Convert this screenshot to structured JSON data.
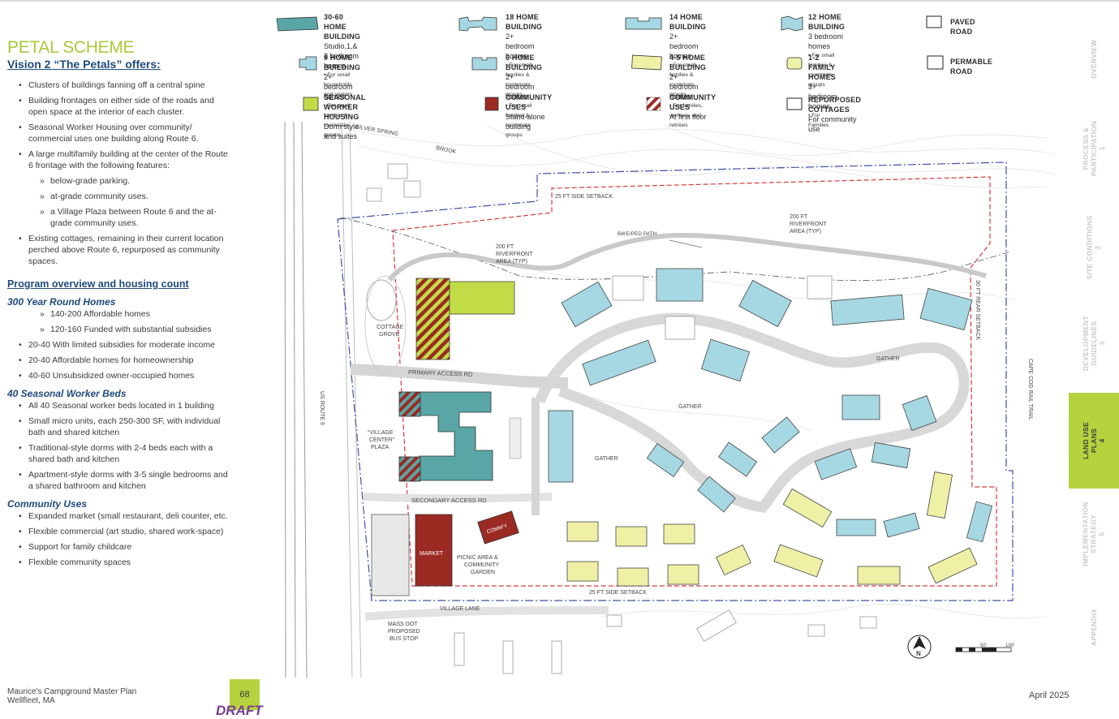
{
  "left": {
    "title": "PETAL SCHEME",
    "subtitle": "Vision 2 “The Petals” offers:",
    "bullets": [
      {
        "text": "Clusters of buildings fanning off a central spine",
        "level": 0
      },
      {
        "text": "Building frontages on either side of the roads and open space at the interior of each cluster.",
        "level": 0
      },
      {
        "text": "Seasonal Worker Housing over community/ commercial uses one building along Route 6.",
        "level": 0
      },
      {
        "text": "A large multifamily building at the center of the Route 6 frontage with the following features:",
        "level": 0
      },
      {
        "text": "below-grade parking.",
        "level": 1
      },
      {
        "text": "at-grade community uses.",
        "level": 1
      },
      {
        "text": "a Village Plaza between Route 6 and the at-grade community uses.",
        "level": 1
      },
      {
        "text": "Existing cottages, remaining in their current location perched above Route 6, repurposed as community spaces.",
        "level": 0
      }
    ],
    "program_heading": "Program overview and housing count",
    "sections": [
      {
        "heading": "300 Year Round Homes",
        "items": [
          {
            "text": "140-200 Affordable homes",
            "level": 1
          },
          {
            "text": "120-160 Funded with substantial subsidies",
            "level": 1
          },
          {
            "text": "20-40 With limited subsidies for moderate income",
            "level": 0
          },
          {
            "text": "20-40 Affordable homes for homeownership",
            "level": 0
          },
          {
            "text": "40-60 Unsubsidized owner-occupied homes",
            "level": 0
          }
        ]
      },
      {
        "heading": "40 Seasonal Worker Beds",
        "items": [
          {
            "text": "All 40 Seasonal worker beds located in 1 building",
            "level": 0
          },
          {
            "text": "Small micro units, each 250-300 SF, with individual bath and shared kitchen",
            "level": 0
          },
          {
            "text": "Traditional-style dorms with 2-4 beds each with a shared bath and kitchen",
            "level": 0
          },
          {
            "text": "Apartment-style dorms with 3-5 single bedrooms and a shared bathroom and kitchen",
            "level": 0
          }
        ]
      },
      {
        "heading": "Community Uses",
        "items": [
          {
            "text": "Expanded market (small restaurant, deli counter, etc.",
            "level": 0
          },
          {
            "text": "Flexible commercial (art studio, shared work-space)",
            "level": 0
          },
          {
            "text": "Support for family childcare",
            "level": 0
          },
          {
            "text": "Flexible community spaces",
            "level": 0
          }
        ]
      }
    ]
  },
  "legend": [
    {
      "title": "30-60 HOME BUILDING",
      "line2": "Studio,1,& 2 bedroom homes",
      "note": "• For small households and seniors",
      "swatch": "teal-large"
    },
    {
      "title": "18 HOME BUILDING",
      "line2": "2+ bedroom homes",
      "note": "• For small families & roommate groups",
      "swatch": "blue-18"
    },
    {
      "title": "14 HOME BUILDING",
      "line2": "2+ bedroom homes",
      "note": "• For small families & roommate groups",
      "swatch": "blue-14"
    },
    {
      "title": "12 HOME BUILDING",
      "line2": "3 bedroom homes",
      "note": "• For small families & roommate groups",
      "swatch": "blue-12"
    },
    {
      "title": "PAVED ROAD",
      "line2": "",
      "note": "",
      "swatch": "white"
    },
    {
      "title": "9 HOME BUILDING",
      "line2": "2+ bedroom homes",
      "note": "• For small families & roommate groups",
      "swatch": "blue-9"
    },
    {
      "title": "6 HOME BUILDING",
      "line2": "2+ bedroom homes",
      "note": "• For small families & roommate groups",
      "swatch": "blue-6"
    },
    {
      "title": "4-5 HOME BUILDING",
      "line2": "2+ bedroom homes",
      "note": "• For families, workers, and retirees",
      "swatch": "yellow-45"
    },
    {
      "title": "1-2 FAMILY HOMES",
      "line2": "3+ bedroom homes",
      "note": "• For Families",
      "swatch": "yellow-12"
    },
    {
      "title": "PERMABLE ROAD",
      "line2": "",
      "note": "",
      "swatch": "white"
    },
    {
      "title": "SEASONAL WORKER HOUSING",
      "line2": "Dorm style and suites",
      "note": "",
      "swatch": "green"
    },
    {
      "title": "COMMUNITY USES",
      "line2": "Stand-alone building",
      "note": "",
      "swatch": "red"
    },
    {
      "title": "COMMUNITY USES",
      "line2": "At first floor",
      "note": "",
      "swatch": "red-hatch"
    },
    {
      "title": "REPURPOSED COTTAGES",
      "line2": "For community use",
      "note": "",
      "swatch": "white"
    }
  ],
  "map_labels": {
    "silver_spring": "SILVER SPRING",
    "brook": "BROOK",
    "setback_top": "25 FT SIDE SETBACK",
    "setback_bottom": "25 FT SIDE SETBACK",
    "rear_setback": "30 FT REAR SETBACK",
    "riverfront_left": [
      "200 FT",
      "RIVERFRONT",
      "AREA (TYP)"
    ],
    "riverfront_right": [
      "200 FT",
      "RIVERFRONT",
      "AREA (TYP)"
    ],
    "bike_path": "BIKE/PED PATH",
    "cottage_grove": [
      "COTTAGE",
      "GROVE"
    ],
    "primary_access": "PRIMARY ACCESS RD",
    "secondary_access": "SECONDARY ACCESS RD",
    "village_center": [
      "“VILLAGE",
      "CENTER”",
      "PLAZA"
    ],
    "us_route": "US ROUTE 6",
    "market": "MARKET",
    "commy": "COMM'Y",
    "picnic": [
      "PICNIC AREA &",
      "COMMUNITY",
      "GARDEN"
    ],
    "gather1": "GATHER",
    "gather2": "GATHER",
    "gather3": "GATHER",
    "village_lane": "VILLAGE LANE",
    "bus_stop": [
      "MASS DOT",
      "PROPOSED",
      "BUS STOP"
    ],
    "rail_trail": "CAPE COD RAIL TRAIL",
    "north": "N",
    "scale_50": "50'",
    "scale_100": "100'"
  },
  "nav": [
    {
      "label": [
        "OVERVIEW"
      ],
      "active": false
    },
    {
      "label": [
        "PROCESS &",
        "PARTICIPATION",
        "1"
      ],
      "active": false
    },
    {
      "label": [
        "SITE CONDITIONS",
        "2"
      ],
      "active": false
    },
    {
      "label": [
        "DEVELOPMENT",
        "GUIDELINES",
        "3"
      ],
      "active": false
    },
    {
      "label": [
        "LAND USE",
        "PLANS",
        "4"
      ],
      "active": true
    },
    {
      "label": [
        "IMPLEMENTATION",
        "STRATEGY",
        "5"
      ],
      "active": false
    },
    {
      "label": [
        "APPENDIX"
      ],
      "active": false
    }
  ],
  "footer": {
    "doc_title": "Maurice's Campground Master Plan",
    "location": "Wellfleet, MA",
    "page": "68",
    "draft": "DRAFT",
    "date": "April 2025"
  },
  "colors": {
    "teal": "#5aa6a6",
    "light_blue": "#a6d8e3",
    "yellow": "#eef0a6",
    "green": "#c2dc48",
    "red": "#9a2a22",
    "accent": "#b5d23f",
    "heading_blue": "#1f4a7a"
  }
}
